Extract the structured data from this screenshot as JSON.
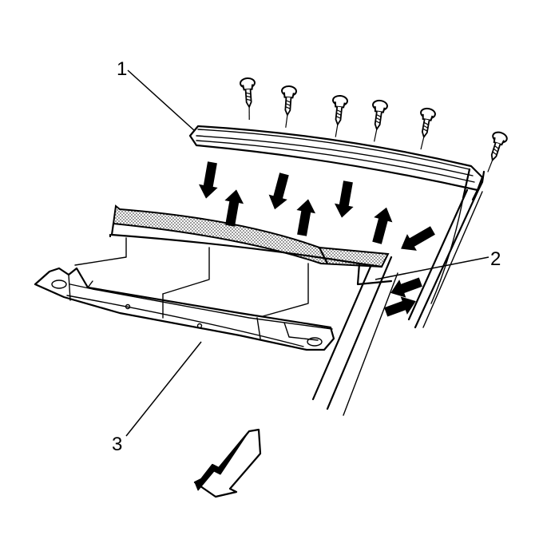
{
  "callouts": [
    {
      "id": "1",
      "label": "1"
    },
    {
      "id": "2",
      "label": "2"
    },
    {
      "id": "3",
      "label": "3"
    }
  ],
  "fastener_count": 6,
  "icons": {
    "fastener": "screw-icon",
    "motion": "arrow-icon",
    "direction": "front-direction-arrow-icon"
  },
  "colors": {
    "line": "#000000",
    "fill": "#ffffff",
    "sealer_shade": "#9a9a9a"
  }
}
